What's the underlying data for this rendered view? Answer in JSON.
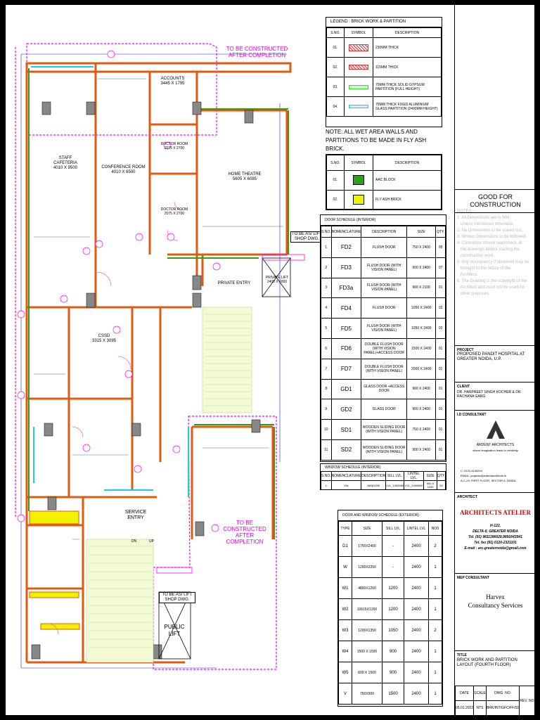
{
  "plan_notes": {
    "construct_after_top": "TO BE CONSTRUCTED AFTER COMPLETION",
    "construct_after_bottom": "TO BE CONSTRUCTED AFTER COMPLETION",
    "to_be_lift_shop_dwg_top": "TO BE AS/ LIFT SHOP DWG.",
    "to_be_lift_shop_dwg_bottom": "TO BE AS/ LIFT SHOP DWG."
  },
  "rooms": {
    "accounts": "ACCOUNTS\n3445 X 1795",
    "staff_cafeteria": "STAFF\nCAFETERIA\n4010 X 9500",
    "conference": "CONFERENCE ROOM\n4010 X 6500",
    "doctor_room": "DOCTOR ROOM\n2075 X 2700",
    "doctor_room_2": "DOCTOR ROOM\n2075 X 2700",
    "home_theatre": "HOME THEATRE\n5605 X 6085",
    "private_lift": "PRIVATE LIFT\n2400 X 1800",
    "private_entry": "PRIVATE ENTRY",
    "cssd": "CSSD\n3315 X 3095",
    "service_entry": "SERVICE\nENTRY",
    "public_lift": "PUBLIC\nLIFT",
    "dn": "DN",
    "up": "UP"
  },
  "legend_brick": {
    "title": "LEGEND : BRICK WORK & PARTITION",
    "headers": [
      "S.NO.",
      "SYMBOL",
      "DESCRIPTION"
    ],
    "rows": [
      {
        "sno": "01.",
        "desc": "230MM THICK",
        "color": "#e83030"
      },
      {
        "sno": "02.",
        "desc": "115MM THICK",
        "color": "#e83030"
      },
      {
        "sno": "03.",
        "desc": "75MM THICK SOLID GYPSUM PARTITION (FULL HEIGHT)",
        "color": "#2ee02e"
      },
      {
        "sno": "04.",
        "desc": "75MM THICK FIXED ALUMINIUM GLASS PARTITION (2400MM HEIGHT)",
        "color": "#20c8e8"
      }
    ]
  },
  "wet_area_note": "NOTE: ALL WET AREA WALLS AND PARTITIONS TO BE MADE IN FLY ASH BRICK.",
  "legend_block": {
    "headers": [
      "S.NO.",
      "SYMBOL",
      "DESCRIPTION"
    ],
    "rows": [
      {
        "sno": "01.",
        "desc": "AAC BLOCK",
        "color": "#2f9e1a"
      },
      {
        "sno": "02.",
        "desc": "FLY ASH BRICK",
        "color": "#f2f200"
      }
    ]
  },
  "door_schedule": {
    "title": "DOOR SCHEDULE (INTERIOR)",
    "headers": [
      "S.NO.",
      "NOMENCLATURE",
      "DESCRIPTION",
      "SIZE",
      "QTY."
    ],
    "rows": [
      [
        "1",
        "FD2",
        "FLUSH DOOR",
        "750 X 2400",
        "05"
      ],
      [
        "2",
        "FD3",
        "FLUSH DOOR (WITH VISION PANEL)",
        "900 X 2400",
        "07"
      ],
      [
        "3",
        "FD3a",
        "FLUSH DOOR (WITH VISION PANEL)",
        "900 X 2100",
        "01"
      ],
      [
        "4",
        "FD4",
        "FLUSH DOOR",
        "1050 X 2400",
        "02"
      ],
      [
        "5",
        "FD5",
        "FLUSH DOOR (WITH VISION PANEL)",
        "1050 X 2400",
        "02"
      ],
      [
        "6",
        "FD6",
        "DOUBLE FLUSH DOOR (WITH VISION PANEL)+ACCESS DOOR",
        "1500 X 2400",
        "01"
      ],
      [
        "7",
        "FD7",
        "DOUBLE FLUSH DOOR (WITH VISION PANEL)",
        "2000 X 2400",
        "01"
      ],
      [
        "8",
        "GD1",
        "GLASS DOOR +ACCESS DOOR",
        "900 X 2400",
        "01"
      ],
      [
        "9",
        "GD2",
        "GLASS DOOR",
        "900 X 2400",
        "01"
      ],
      [
        "10",
        "SD1",
        "WOODEN SLIDING DOOR (WITH VISION PANEL)",
        "750 X 2400",
        "01"
      ],
      [
        "11",
        "SD2",
        "WOODEN SLIDING DOOR (WITH VISION PANEL)",
        "900 X 2400",
        "01"
      ]
    ]
  },
  "window_schedule_int": {
    "title": "WINDOW SCHEDULE (INTERIOR)",
    "headers": [
      "S.NO.",
      "NOMENCLATURE",
      "DESCRIPTION",
      "SILL LVL.",
      "LINTEL LVL.",
      "SIZE",
      "QTY."
    ],
    "rows": [
      [
        "1",
        "VIA",
        "WINDOW",
        "LVL_1500MM",
        "LVL_2400MM",
        "900 X 1200",
        "02"
      ]
    ]
  },
  "door_window_ext": {
    "title": "DOOR AND WINDOW SCHEDULE (EXTERIOR)",
    "headers": [
      "TYPE",
      "SIZE",
      "SILL LVL",
      "LINTEL LVL",
      "NOS"
    ],
    "rows": [
      [
        "D1",
        "1750X2400",
        "-",
        "2400",
        "2"
      ],
      [
        "W",
        "1200X2250",
        "-",
        "2400",
        "1"
      ],
      [
        "W1",
        "4800X1200",
        "1200",
        "2400",
        "1"
      ],
      [
        "W2",
        "10615X1200",
        "1200",
        "2400",
        "1"
      ],
      [
        "W3",
        "1200X1350",
        "1050",
        "2400",
        "2"
      ],
      [
        "W4",
        "1500 X 1500",
        "900",
        "2400",
        "1"
      ],
      [
        "W5",
        "600 X 1500",
        "900",
        "2400",
        "1"
      ],
      [
        "V",
        "750X900",
        "1500",
        "2400",
        "1"
      ]
    ]
  },
  "title_block": {
    "good_for_construction": "GOOD FOR CONSTRUCTION",
    "notes_heading": "NOTES:-",
    "notes": [
      "1. All Dimensions are in MM,",
      "   unless mentioned otherwise.",
      "2. No Dimensions to be scaled out.",
      "3. Written Dimensions to be followed.",
      "4. Contractor should read/check all",
      "   the drawings before starting the",
      "   construction work.",
      "5. Any discrepancy if observed may be",
      "   brought to the notice of the",
      "   Architect.",
      "6. The Drawing is the copyright of the",
      "   Architect and must not be used for",
      "   other purposes."
    ],
    "project_label": "PROJECT",
    "project": "PROPOSED PANDIT HOSPITAL AT GREATER NOIDA, U.P.",
    "client_label": "CLIENT",
    "client": "DR. HARPREET SINGH KOCHER & DR. RACHANA GARG",
    "id_consultant_label": "I.D CONSULTANT",
    "id_consultant_name": "ARDENT ARCHITECTS",
    "id_consultant_tagline": "where imagination leads to creativity",
    "id_consultant_contact": [
      "C: 0120-4145204",
      "EMAIL: projects@ardentarchitects.in",
      "A-C-29, FIRST FLOOR, SECTOR-6, NOIDA"
    ],
    "architect_label": "ARCHITECT",
    "architect_name": "ARCHITECTS ATELIER",
    "architect_contact": [
      "H-122,",
      "DELTA-II, GREATER NOIDA",
      "Tel. (91) 9811396628,9891643541",
      "Tel. fax (91) 0120-2321101",
      "E-mail : arc.greaternoida@gmail.com"
    ],
    "mep_label": "MEP CONSULTANT",
    "mep_name": "Harvex\nConsultancy Services",
    "title_label": "TITLE",
    "title": "BRICK WORK AND PARTITION LAYOUT (FOURTH FLOOR)",
    "date_label": "DATE",
    "date": "05.01.2022",
    "scale_label": "SCALE",
    "scale": "NTS",
    "dwg_label": "DWG. NO.",
    "dwg": "BRK/INT/GFC/FF/02",
    "rev_label": "REV. NO."
  }
}
